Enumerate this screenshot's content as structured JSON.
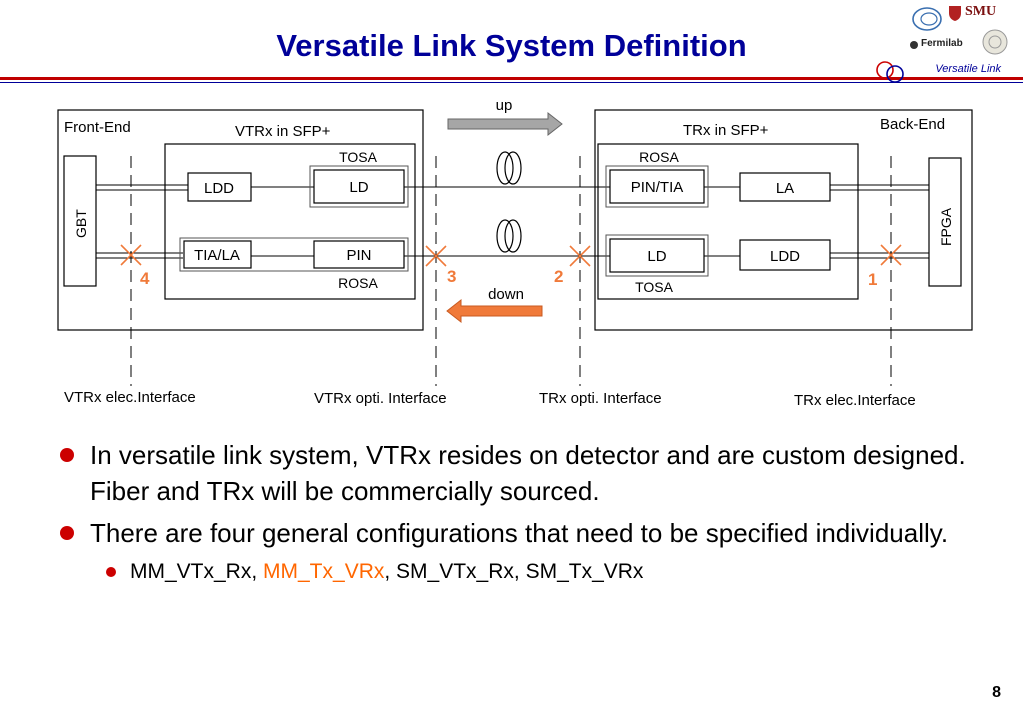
{
  "slide": {
    "title": "Versatile Link System Definition",
    "brand": "Versatile Link",
    "page_number": "8",
    "logos": {
      "smu": "SMU",
      "fermilab": "Fermilab"
    }
  },
  "diagram": {
    "regions": {
      "front_end": "Front-End",
      "vtrx": "VTRx in SFP+",
      "trx": "TRx in SFP+",
      "back_end": "Back-End"
    },
    "vtrx_blocks": {
      "tosa_label": "TOSA",
      "rosa_label": "ROSA",
      "ldd": "LDD",
      "ld": "LD",
      "tia_la": "TIA/LA",
      "pin": "PIN"
    },
    "trx_blocks": {
      "rosa_label": "ROSA",
      "tosa_label": "TOSA",
      "pin_tia": "PIN/TIA",
      "la": "LA",
      "ld": "LD",
      "ldd": "LDD"
    },
    "gbt": "GBT",
    "fpga": "FPGA",
    "arrows": {
      "up": "up",
      "down": "down"
    },
    "interface_numbers": [
      "4",
      "3",
      "2",
      "1"
    ],
    "interfaces": [
      "VTRx elec.Interface",
      "VTRx opti. Interface",
      "TRx opti. Interface",
      "TRx elec.Interface"
    ],
    "colors": {
      "marker": "#f07a3a",
      "number": "#f07a3a",
      "up_arrow": "#a6a6a6",
      "down_arrow": "#f07a3a"
    }
  },
  "bullets": [
    {
      "text": "In versatile link system, VTRx resides on detector and are custom designed. Fiber and TRx will be commercially sourced."
    },
    {
      "text": "There are four general configurations that need to be specified individually."
    }
  ],
  "sub_bullet": {
    "part1": "MM_VTx_Rx, ",
    "part2": "MM_Tx_VRx",
    "part3": ", SM_VTx_Rx, SM_Tx_VRx"
  }
}
